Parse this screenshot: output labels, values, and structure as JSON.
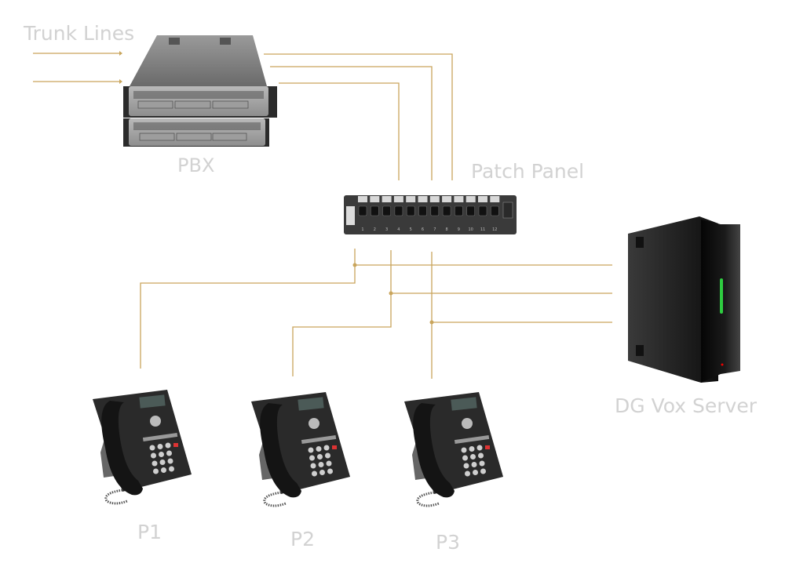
{
  "labels": {
    "trunk_lines": "Trunk Lines",
    "pbx": "PBX",
    "patch_panel": "Patch Panel",
    "server": "DG Vox Server",
    "phones": [
      "P1",
      "P2",
      "P3"
    ]
  },
  "devices": {
    "pbx": {
      "icon": "rack-server-icon"
    },
    "patch_panel": {
      "icon": "patch-panel-icon",
      "port_count": 12,
      "port_labels": [
        "1",
        "2",
        "3",
        "4",
        "5",
        "6",
        "7",
        "8",
        "9",
        "10",
        "11",
        "12"
      ]
    },
    "server": {
      "icon": "tower-server-icon",
      "status_light": "#2ecc40"
    },
    "phones": {
      "icon": "desk-phone-icon",
      "count": 3
    }
  },
  "colors": {
    "wire": "#c9a55c",
    "label": "#d2d2d2"
  }
}
